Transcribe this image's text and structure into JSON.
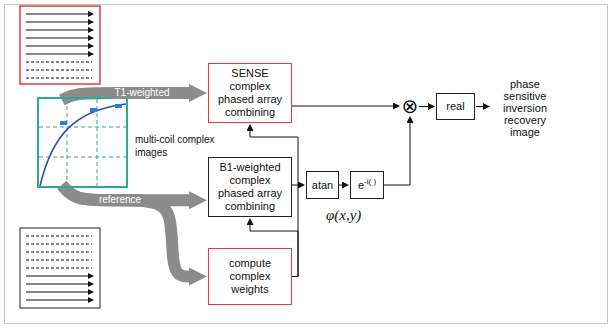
{
  "diagram": {
    "nodes": [
      {
        "text": [
          "multi-coil complex images"
        ]
      },
      {
        "text": [
          "SENSE complex phased array combining"
        ]
      },
      {
        "text": [
          "B1-weighted complex phased array combining"
        ]
      },
      {
        "text": [
          "compute complex weights"
        ]
      },
      {
        "text": [
          "atan"
        ]
      },
      {
        "text": [
          "e",
          "-i( )"
        ]
      },
      {
        "text": [
          "⊗"
        ]
      },
      {
        "text": [
          "real"
        ]
      }
    ],
    "edges": [
      {
        "from": 0,
        "to": 1,
        "arrow": "to",
        "label": "T1-weighted"
      },
      {
        "from": 0,
        "to": 2,
        "arrow": "to",
        "label": "reference"
      },
      {
        "from": 0,
        "to": 3,
        "arrow": "to"
      },
      {
        "from": 3,
        "to": 2,
        "arrow": "to"
      },
      {
        "from": 3,
        "to": 1,
        "arrow": "to"
      },
      {
        "from": 2,
        "to": 4,
        "arrow": "to"
      },
      {
        "from": 4,
        "to": 5,
        "arrow": "to"
      },
      {
        "from": 5,
        "to": 6,
        "arrow": "to"
      },
      {
        "from": 1,
        "to": 6,
        "arrow": "to"
      },
      {
        "from": 6,
        "to": 7,
        "arrow": "to"
      }
    ],
    "labels": [
      "φ(x,y)",
      "phase sensitive inversion recovery image"
    ]
  }
}
